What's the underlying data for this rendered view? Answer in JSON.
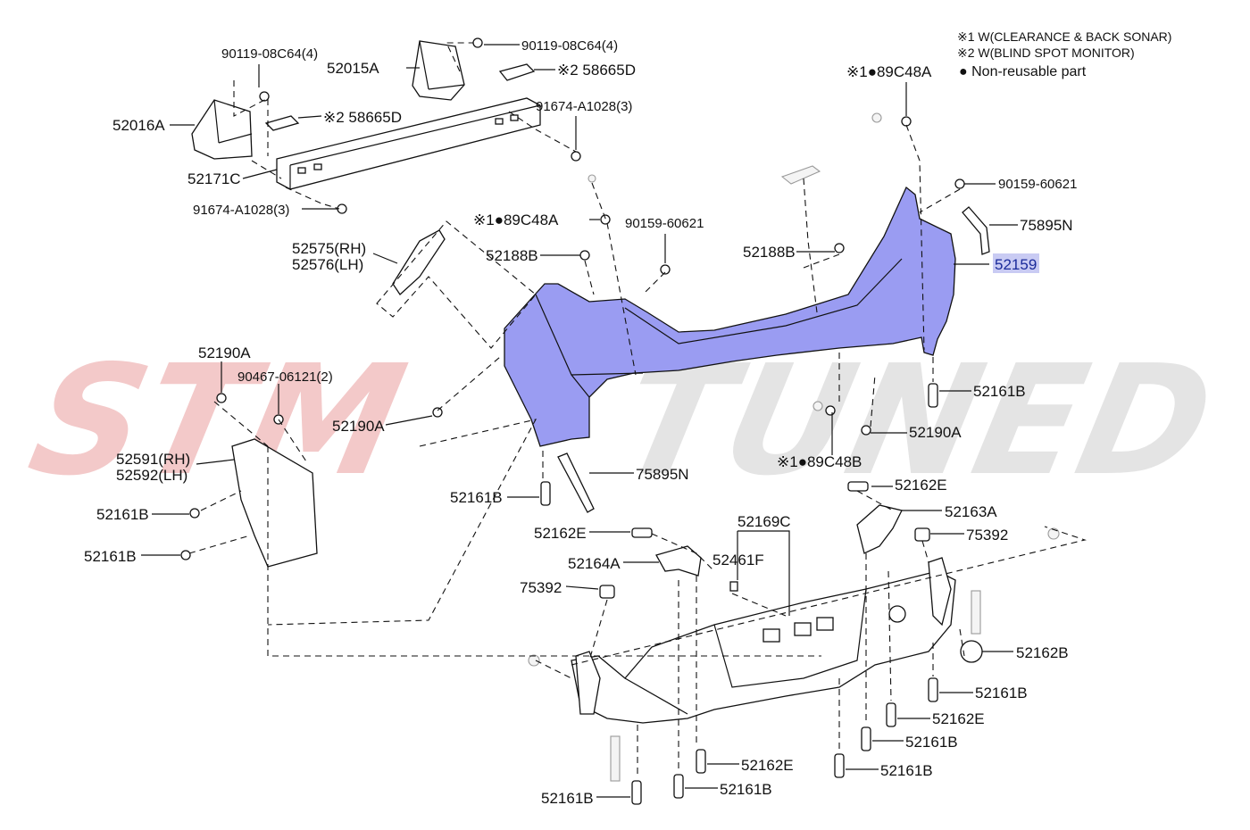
{
  "watermark": {
    "left": "STM",
    "right": "TUNED",
    "left_color": "#f3c9c9",
    "right_color": "#e4e4e4"
  },
  "legend": {
    "note1": "※1 W(CLEARANCE & BACK SONAR)",
    "note2": "※2 W(BLIND SPOT MONITOR)",
    "note3": "● Non-reusable part"
  },
  "highlight_color": "#9a9cf2",
  "labels": {
    "l_90119_a": "90119-08C64(4)",
    "l_90119_b": "90119-08C64(4)",
    "l_52015A": "52015A",
    "l_58665D_a": "※2 58665D",
    "l_58665D_b": "※2 58665D",
    "l_52016A": "52016A",
    "l_91674_a": "91674-A1028(3)",
    "l_52171C": "52171C",
    "l_91674_b": "91674-A1028(3)",
    "l_89C48A_top": "※1●89C48A",
    "l_90159_right": "90159-60621",
    "l_75895N_top": "75895N",
    "l_52159": "52159",
    "l_89C48A_mid": "※1●89C48A",
    "l_90159_mid": "90159-60621",
    "l_52575": "52575(RH)",
    "l_52576": "52576(LH)",
    "l_52188B_left": "52188B",
    "l_52188B_right": "52188B",
    "l_52190A_top": "52190A",
    "l_90467": "90467-06121(2)",
    "l_52190A_mid": "52190A",
    "l_52161B_r1": "52161B",
    "l_52190A_right": "52190A",
    "l_89C48B": "※1●89C48B",
    "l_52591": "52591(RH)",
    "l_52592": "52592(LH)",
    "l_75895N_mid": "75895N",
    "l_52161B_l1": "52161B",
    "l_52161B_l2": "52161B",
    "l_52161B_c1": "52161B",
    "l_52162E_r1": "52162E",
    "l_52169C": "52169C",
    "l_52163A": "52163A",
    "l_52162E_c1": "52162E",
    "l_75392_r": "75392",
    "l_52164A": "52164A",
    "l_52461F": "52461F",
    "l_75392_l": "75392",
    "l_52162B": "52162B",
    "l_52161B_r2": "52161B",
    "l_52162E_r2": "52162E",
    "l_52161B_r3": "52161B",
    "l_52162E_b": "52162E",
    "l_52161B_r4": "52161B",
    "l_52161B_b1": "52161B",
    "l_52161B_b2": "52161B"
  }
}
